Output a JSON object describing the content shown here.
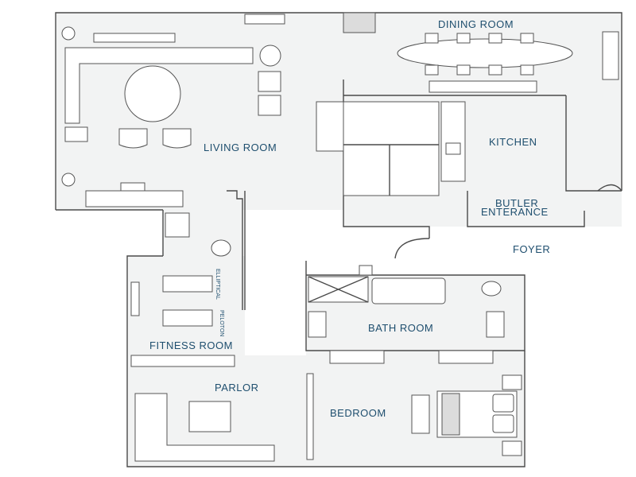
{
  "rooms": {
    "dining_room": "DINING ROOM",
    "living_room": "LIVING ROOM",
    "kitchen": "KITCHEN",
    "butler_line1": "BUTLER",
    "butler_line2": "ENTERANCE",
    "foyer": "FOYER",
    "bath_room": "BATH ROOM",
    "fitness_room": "FITNESS ROOM",
    "parlor": "PARLOR",
    "bedroom": "BEDROOM"
  },
  "equipment": {
    "elliptical": "ELLIPTICAL",
    "peloton": "PELOTON"
  },
  "colors": {
    "label": "#1e4e6e",
    "wall": "#4a4a4a",
    "floor": "#f2f3f3"
  }
}
